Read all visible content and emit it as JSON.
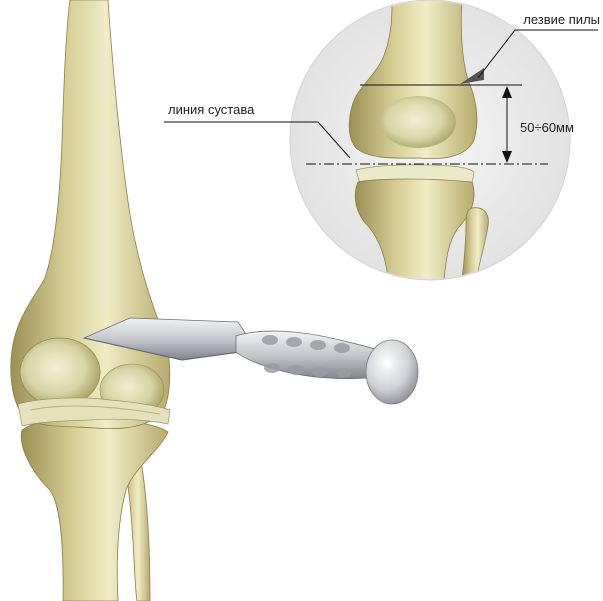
{
  "labels": {
    "saw_blade": "лезвие пилы",
    "joint_line": "линия сустава",
    "distance": "50÷60мм"
  },
  "colors": {
    "bone_light": "#f1ecc6",
    "bone_mid": "#d7cd97",
    "bone_dark": "#9c8f55",
    "cartilage": "#e7e6c3",
    "metal_light": "#e4e5e8",
    "metal_dark": "#8d9097",
    "inset_bg": "#ececec",
    "line": "#111111"
  }
}
